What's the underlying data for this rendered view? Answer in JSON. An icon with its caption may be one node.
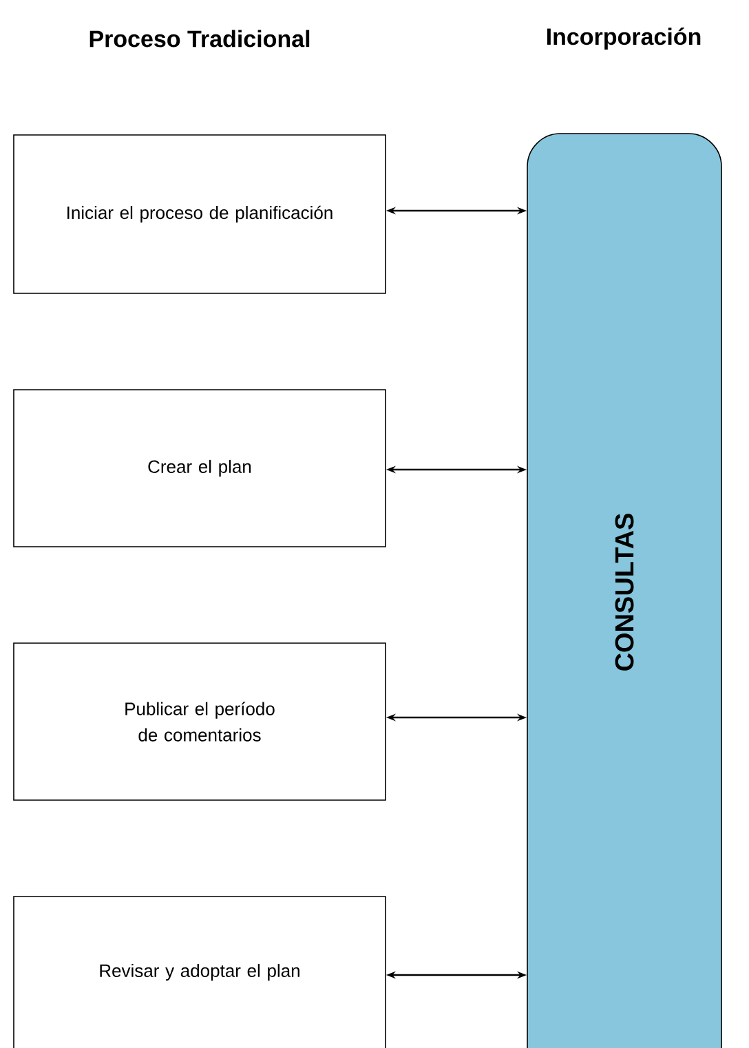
{
  "diagram": {
    "nodes": [
      {
        "text": [
          "Iniciar el proceso de planificación"
        ]
      },
      {
        "text": [
          "Crear el plan"
        ]
      },
      {
        "text": [
          "Publicar el período de comentarios"
        ]
      },
      {
        "text": [
          "Revisar y adoptar el plan"
        ]
      },
      {
        "text": [
          "CONSULTAS"
        ]
      }
    ],
    "edges": [
      {
        "from": 0,
        "to": 4,
        "arrow": "both"
      },
      {
        "from": 1,
        "to": 4,
        "arrow": "both"
      },
      {
        "from": 2,
        "to": 4,
        "arrow": "both"
      },
      {
        "from": 3,
        "to": 4,
        "arrow": "both"
      }
    ],
    "labels": [
      "Proceso Tradicional",
      "Incorporación"
    ]
  }
}
